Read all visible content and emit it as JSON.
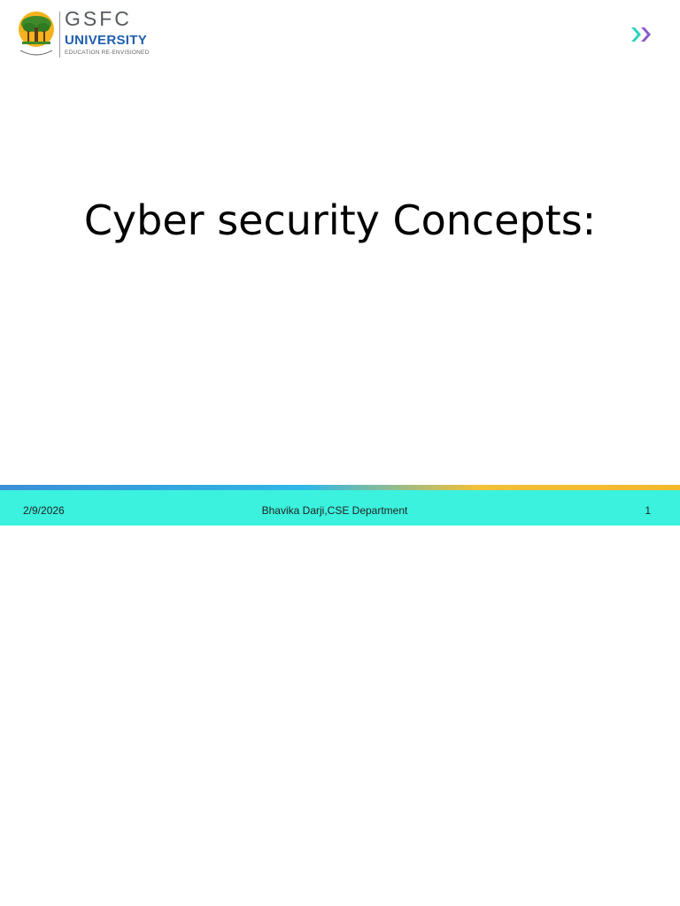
{
  "logo": {
    "name_line1": "GSFC",
    "name_line2": "UNIVERSITY",
    "tagline": "EDUCATION RE-ENVISIONED"
  },
  "slide": {
    "title": "Cyber security Concepts:"
  },
  "footer": {
    "date": "2/9/2026",
    "author": "Bhavika Darji,CSE Department",
    "page_number": "1"
  },
  "icons": {
    "nav": "double-chevron-right-icon",
    "logo_emblem": "banyan-tree-icon"
  },
  "colors": {
    "footer_bg": "#3bf2de",
    "university_blue": "#1f5fae",
    "chevron_teal": "#2fd3c0",
    "chevron_purple": "#8a5cc8"
  }
}
